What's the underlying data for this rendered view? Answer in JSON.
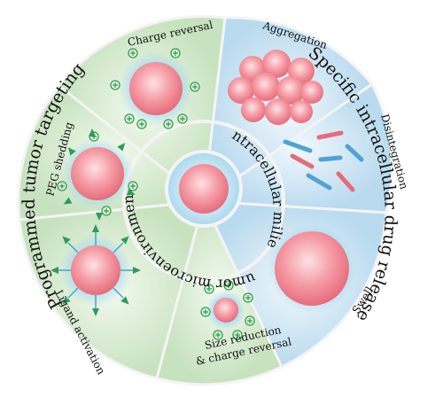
{
  "outer_labels": {
    "left": "Programmed tumor targeting",
    "right": "Specific intracellular drug release"
  },
  "inner_labels": {
    "left": "Tumor microenvironment",
    "right": "Intracellular milieu"
  },
  "segments": {
    "charge_reversal": "Charge reversal",
    "peg_shedding": "PEG shedding",
    "ligand_activation": "Ligand activation",
    "size_reduction_line1": "Size reduction",
    "size_reduction_line2": "& charge reversal",
    "aggregation": "Aggregation",
    "disintegration": "Disintegration",
    "swell": "Swell"
  },
  "colors": {
    "left_sector": "#d6ead0",
    "right_sector": "#cfe6f4",
    "nanoparticle": "#f4a3aa",
    "charge_symbol": "#2f9e44",
    "ring_border": "#f2f2f2"
  }
}
